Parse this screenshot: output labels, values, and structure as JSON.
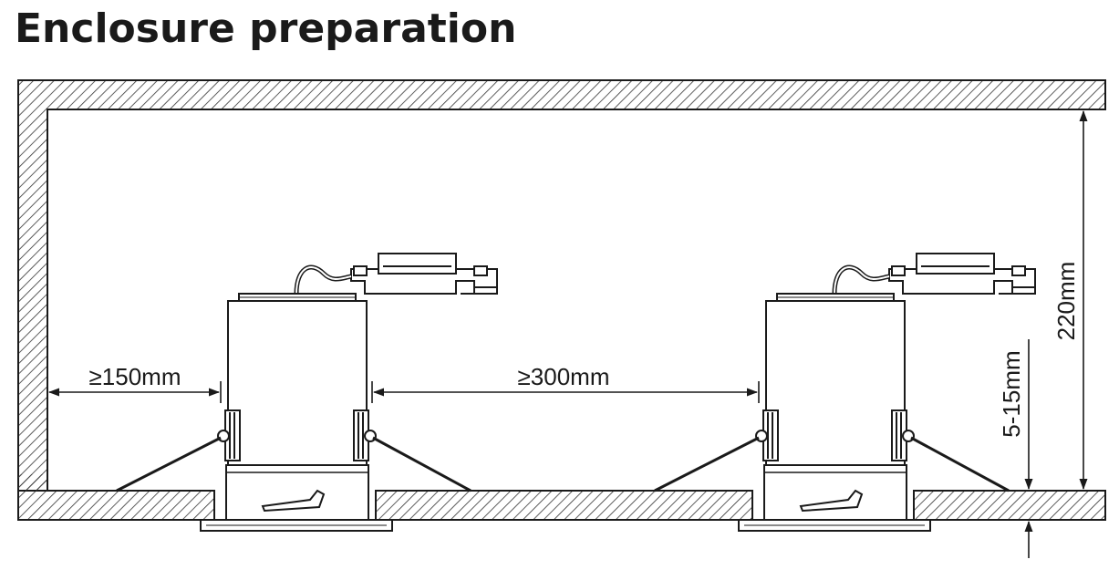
{
  "title": "Enclosure preparation",
  "dimensions": {
    "side_clearance": "≥150mm",
    "spacing": "≥300mm",
    "height": "220mm",
    "ceiling_thickness": "5-15mm"
  },
  "colors": {
    "line": "#1a1a1a",
    "hatch": "#333333",
    "background": "#ffffff"
  }
}
